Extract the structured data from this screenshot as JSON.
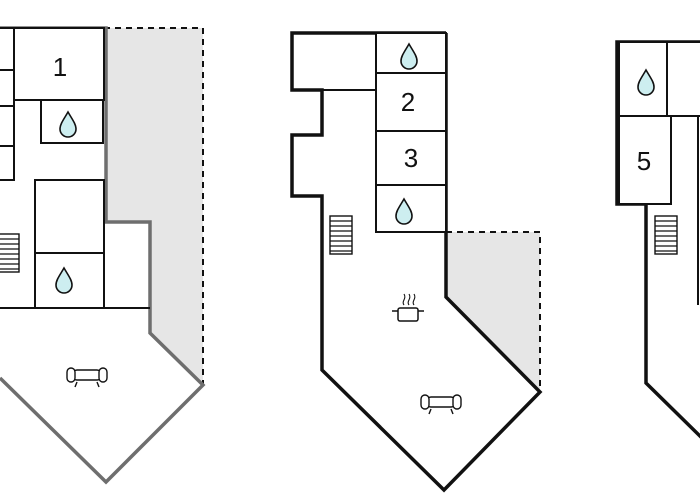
{
  "colors": {
    "wall_dark": "#111111",
    "wall_gray": "#6e6e6e",
    "outdoor_fill": "#e6e6e6",
    "water_drop": "#cdeef0",
    "background": "#ffffff"
  },
  "floors": [
    {
      "id": "floor-left",
      "rooms": [
        {
          "label": "1"
        }
      ],
      "icons": [
        "water-drop-icon",
        "water-drop-icon",
        "stairs-icon",
        "sofa-icon"
      ]
    },
    {
      "id": "floor-middle",
      "rooms": [
        {
          "label": "2"
        },
        {
          "label": "3"
        }
      ],
      "icons": [
        "water-drop-icon",
        "water-drop-icon",
        "stairs-icon",
        "cooking-pot-icon",
        "sofa-icon"
      ]
    },
    {
      "id": "floor-right",
      "rooms": [
        {
          "label": "5"
        }
      ],
      "icons": [
        "water-drop-icon",
        "stairs-icon"
      ]
    }
  ]
}
